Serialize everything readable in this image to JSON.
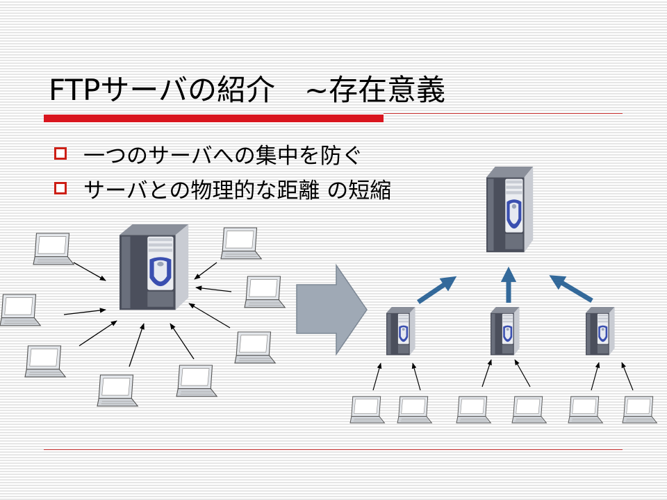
{
  "slide": {
    "title": "FTPサーバの紹介　~存在意義",
    "bullets": [
      "一つのサーバへの集中を防ぐ",
      "サーバとの物理的な距離 の短縮"
    ]
  },
  "colors": {
    "accent_red": "#cc1f16",
    "arrow_blue": "#33699a",
    "big_arrow_fill": "#9fa9b5",
    "server_body": "#4b4f5c",
    "server_accent": "#3a4fb0"
  },
  "icons": {
    "server": "server-tower-icon",
    "client": "laptop-icon",
    "transition": "block-arrow-right-icon"
  }
}
